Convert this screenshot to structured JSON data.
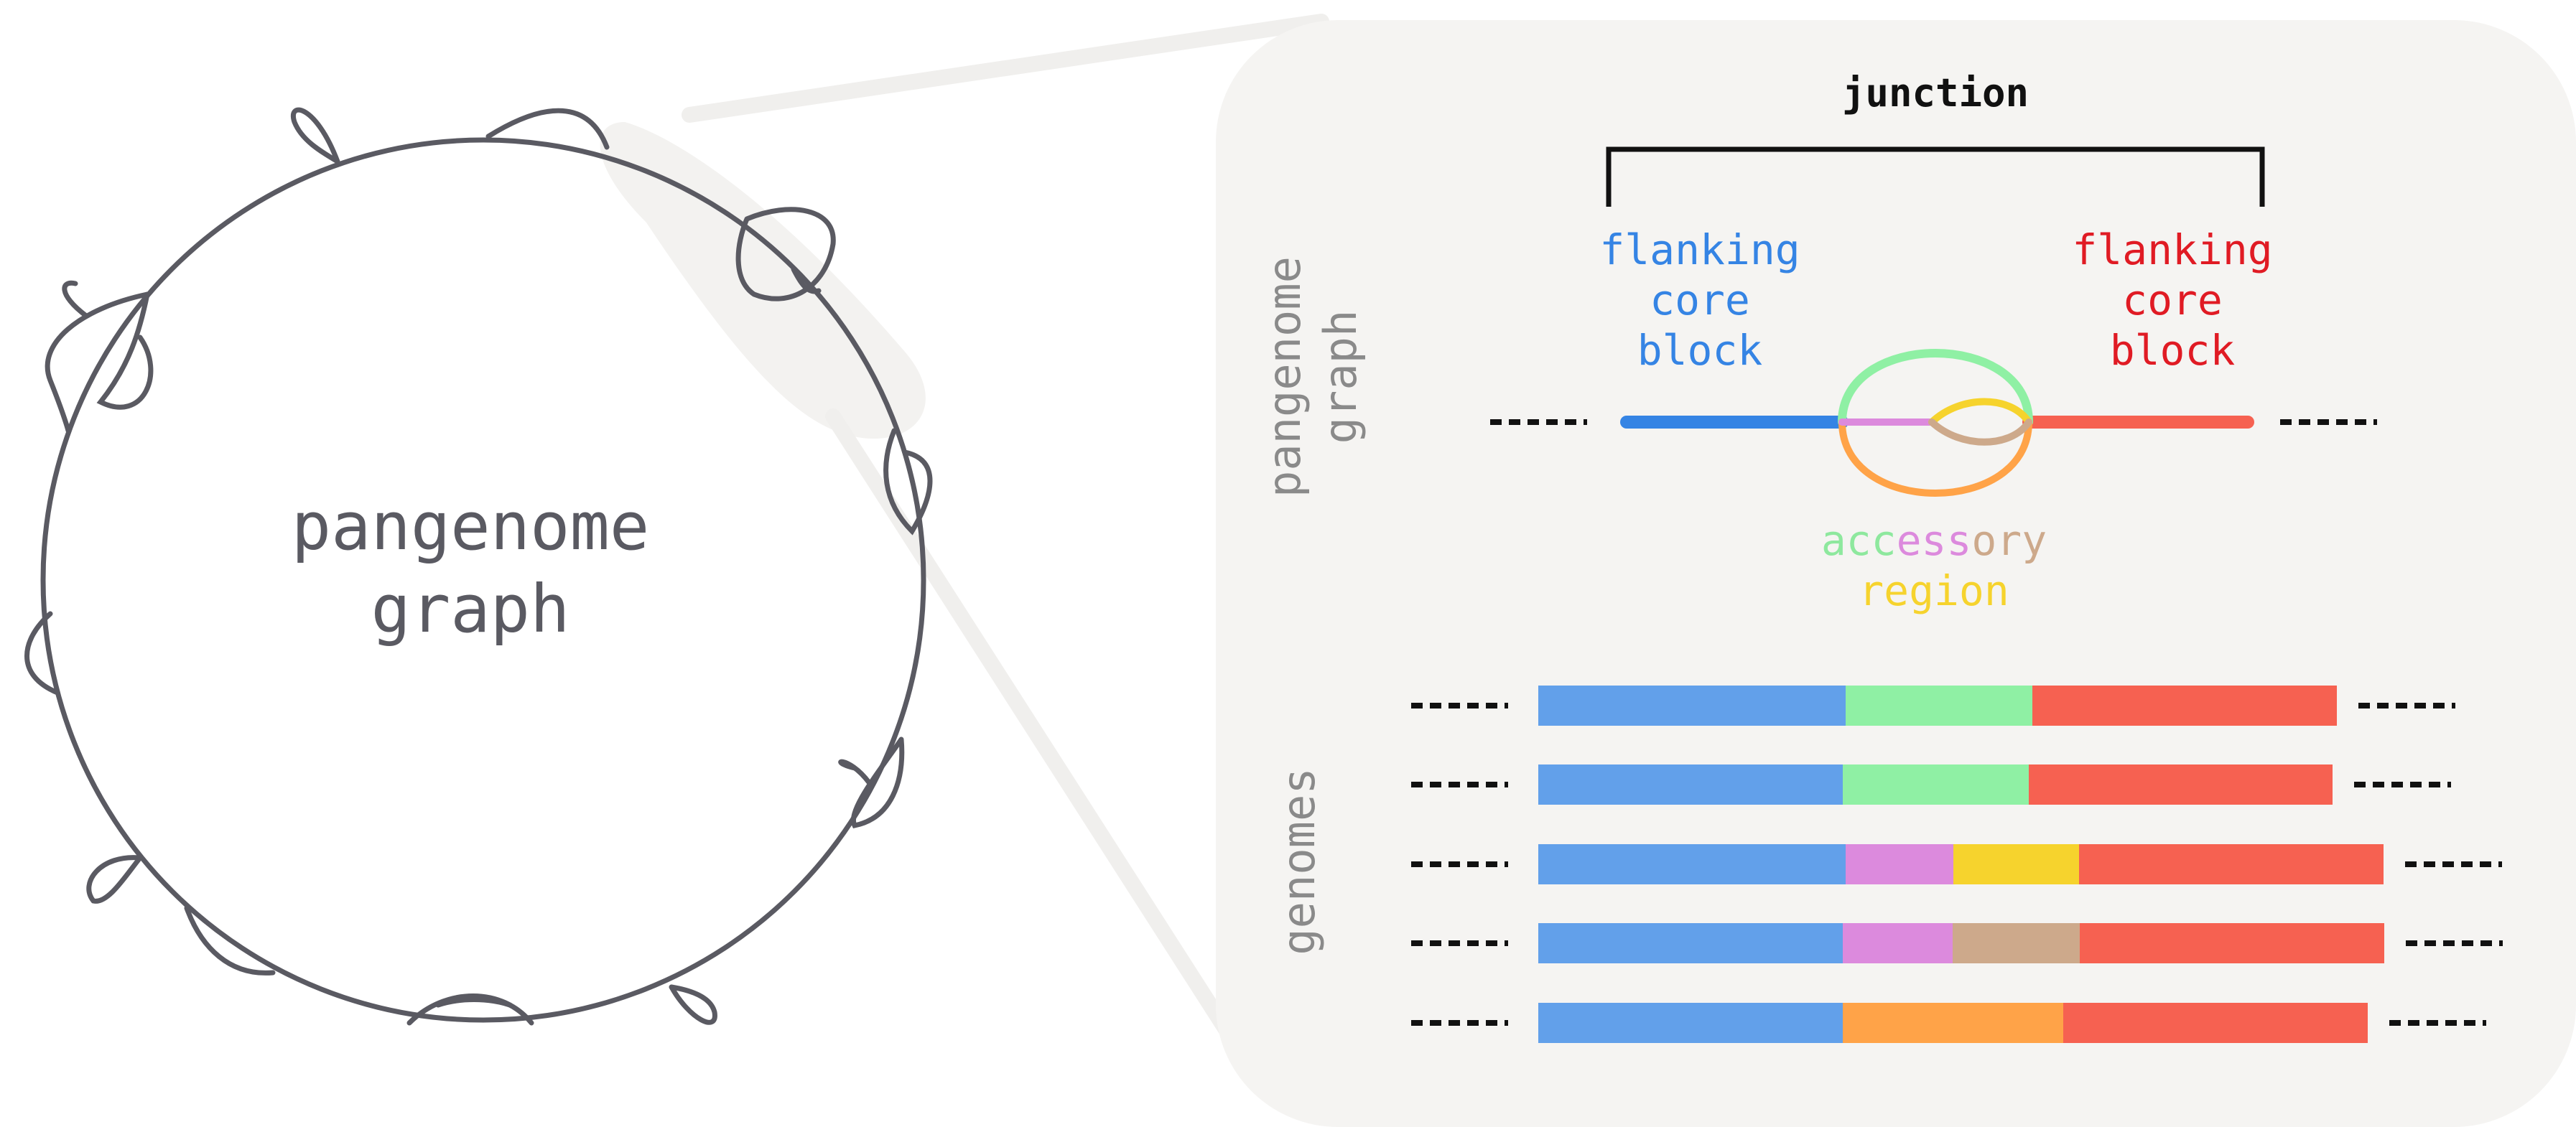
{
  "left": {
    "circle_label_line1": "pangenome",
    "circle_label_line2": "graph"
  },
  "panel": {
    "title": "junction",
    "graph_axis_label_line1": "pangenome",
    "graph_axis_label_line2": "graph",
    "genomes_axis_label": "genomes",
    "flank_left": [
      "flanking",
      "core",
      "block"
    ],
    "flank_right": [
      "flanking",
      "core",
      "block"
    ],
    "accessory_word1": [
      {
        "t": "acc",
        "c": "#8ee89e"
      },
      {
        "t": "ess",
        "c": "#dc8add"
      },
      {
        "t": "ory",
        "c": "#cda98b"
      }
    ],
    "accessory_word2": [
      {
        "t": "region",
        "c": "#f6d32d"
      }
    ]
  },
  "colors": {
    "circle_stroke": "#5a5a62",
    "panel_bg": "#f5f4f2",
    "blue_line": "#3584e4",
    "red_line": "#f66151",
    "blue_text": "#3584e4",
    "red_text": "#e01b24",
    "blue_block": "#62a0ea",
    "green_block": "#8ff0a4",
    "pink_block": "#dc8add",
    "yellow_block": "#f6d32d",
    "tan_block": "#cda98b",
    "orange_block": "#ffa348",
    "red_block": "#f66151"
  },
  "genomes": [
    [
      "blue_block",
      "green_block",
      "red_block"
    ],
    [
      "blue_block",
      "green_block",
      "red_block"
    ],
    [
      "blue_block",
      "pink_block",
      "yellow_block",
      "red_block"
    ],
    [
      "blue_block",
      "pink_block",
      "tan_block",
      "red_block"
    ],
    [
      "blue_block",
      "orange_block",
      "red_block"
    ]
  ]
}
